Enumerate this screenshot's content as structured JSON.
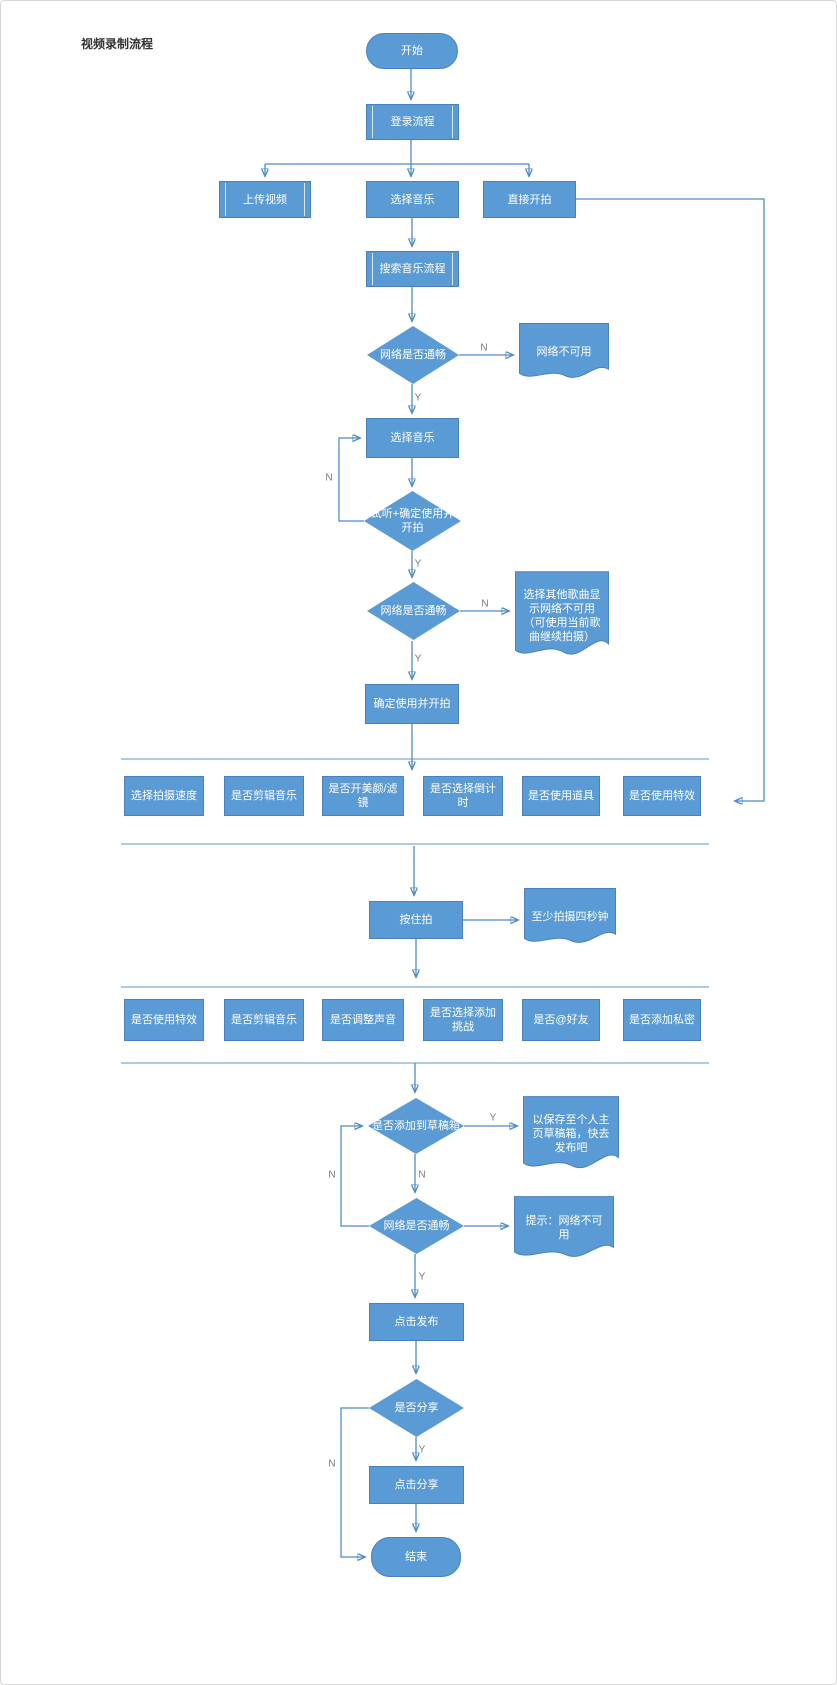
{
  "title": "视频录制流程",
  "yn": {
    "yes": "Y",
    "no": "N"
  },
  "colors": {
    "node_fill": "#5B9BD5",
    "node_border": "#4981BD",
    "line": "#4E8BC9",
    "lane_line": "#AFCBE4",
    "label_text": "#7a7a7a"
  },
  "nodes": {
    "start": "开始",
    "login": "登录流程",
    "upload": "上传视频",
    "choose_music": "选择音乐",
    "direct_shoot": "直接开拍",
    "search_music": "搜索音乐流程",
    "network_check_1": "网络是否通畅",
    "choose_music_2": "选择音乐",
    "listen_confirm": "试听+确定使用并开拍",
    "network_check_2": "网络是否通畅",
    "confirm_shoot": "确定使用并开拍",
    "hold_shoot": "按住拍",
    "draft_check": "是否添加到草稿箱",
    "network_check_3": "网络是否通畅",
    "publish": "点击发布",
    "share_check": "是否分享",
    "share": "点击分享",
    "end": "结束"
  },
  "docs": {
    "network_unavailable": "网络不可用",
    "other_song": "选择其他歌曲显示网络不可用（可使用当前歌曲继续拍摄）",
    "min_duration": "至少拍摄四秒钟",
    "draft_saved": "以保存至个人主页草稿箱，快去发布吧",
    "tip_unavailable": "提示：网络不可用"
  },
  "row1": [
    "选择拍摄速度",
    "是否剪辑音乐",
    "是否开美颜/滤镜",
    "是否选择倒计时",
    "是否使用道具",
    "是否使用特效"
  ],
  "row2": [
    "是否使用特效",
    "是否剪辑音乐",
    "是否调整声音",
    "是否选择添加挑战",
    "是否@好友",
    "是否添加私密"
  ]
}
